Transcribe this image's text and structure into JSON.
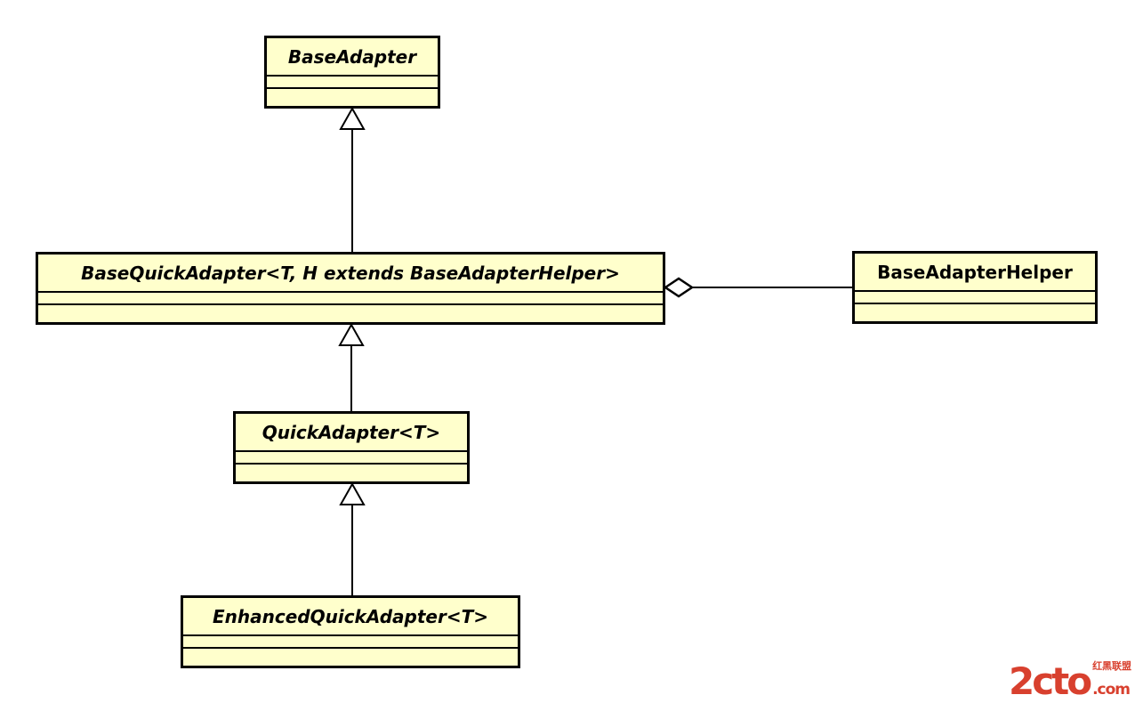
{
  "diagram": {
    "type": "uml-class-diagram",
    "classes": [
      {
        "name": "BaseAdapter",
        "abstract": true,
        "attributes": [],
        "methods": []
      },
      {
        "name": "BaseQuickAdapter<T, H extends BaseAdapterHelper>",
        "abstract": true,
        "attributes": [],
        "methods": []
      },
      {
        "name": "BaseAdapterHelper",
        "abstract": false,
        "attributes": [],
        "methods": []
      },
      {
        "name": "QuickAdapter<T>",
        "abstract": true,
        "attributes": [],
        "methods": []
      },
      {
        "name": "EnhancedQuickAdapter<T>",
        "abstract": true,
        "attributes": [],
        "methods": []
      }
    ],
    "relations": [
      {
        "type": "generalization",
        "from": "BaseQuickAdapter<T, H extends BaseAdapterHelper>",
        "to": "BaseAdapter"
      },
      {
        "type": "generalization",
        "from": "QuickAdapter<T>",
        "to": "BaseQuickAdapter<T, H extends BaseAdapterHelper>"
      },
      {
        "type": "generalization",
        "from": "EnhancedQuickAdapter<T>",
        "to": "QuickAdapter<T>"
      },
      {
        "type": "aggregation",
        "owner": "BaseQuickAdapter<T, H extends BaseAdapterHelper>",
        "part": "BaseAdapterHelper"
      }
    ],
    "colors": {
      "background": "#ffffff",
      "class_fill": "#ffffcc",
      "class_border": "#000000",
      "connector": "#000000"
    }
  },
  "watermark": {
    "brand": "2cto",
    "domain_suffix": ".com",
    "site_name_cn": "红黑联盟",
    "color": "#d8402e"
  }
}
